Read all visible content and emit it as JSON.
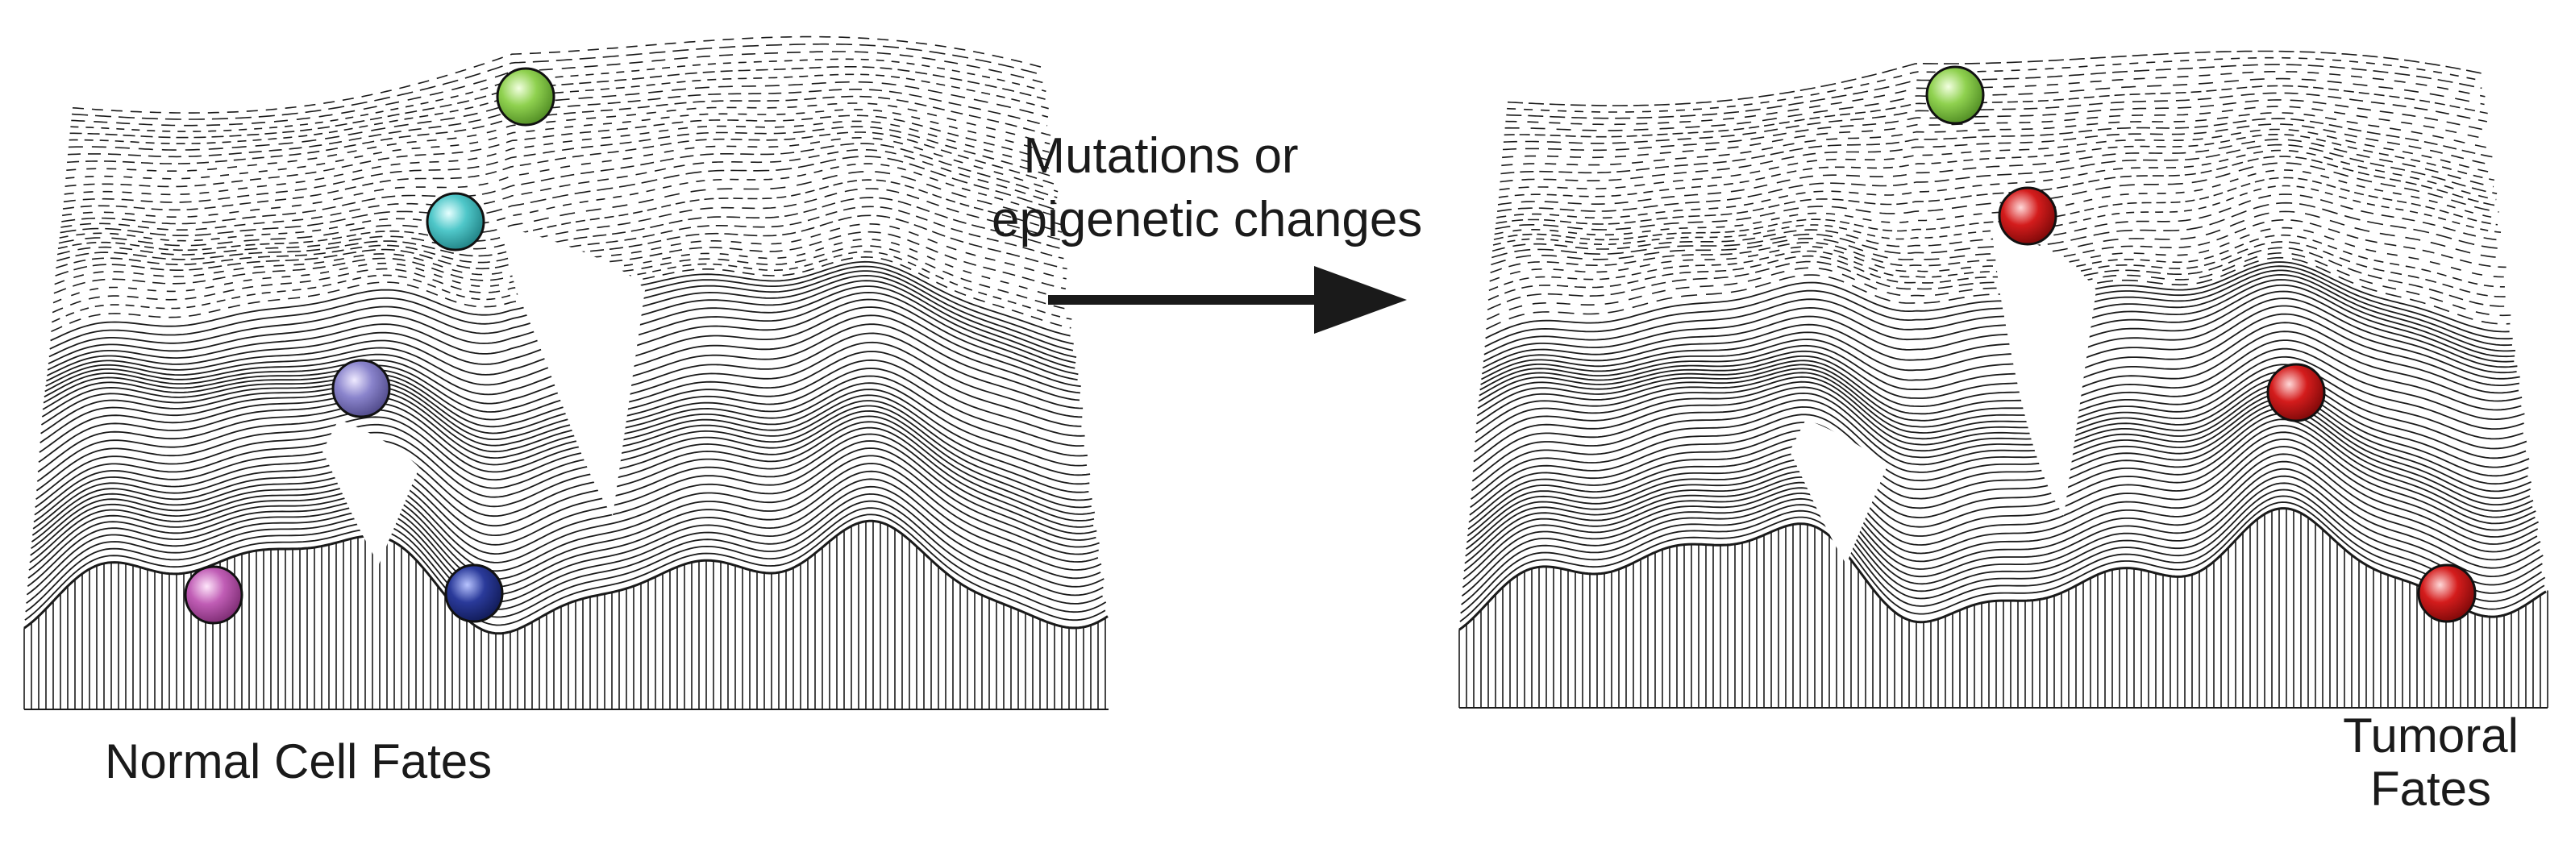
{
  "labels": {
    "left_caption": "Normal Cell Fates",
    "arrow_line1": "Mutations or",
    "arrow_line2": "epigenetic changes",
    "right_caption_line1": "Tumoral",
    "right_caption_line2": "Fates"
  },
  "colors": {
    "line": "#1a1a1a",
    "ball_green": "#8fd14f",
    "ball_cyan": "#4fc7c9",
    "ball_lavender": "#8a84cc",
    "ball_magenta": "#c05db5",
    "ball_navy": "#2a3a9a",
    "ball_red": "#d41c1c"
  },
  "landscapes": [
    {
      "name": "normal-landscape",
      "balls": [
        {
          "name": "green-cell-ball",
          "color": "ball_green"
        },
        {
          "name": "cyan-cell-ball",
          "color": "ball_cyan"
        },
        {
          "name": "lavender-cell-ball",
          "color": "ball_lavender"
        },
        {
          "name": "magenta-cell-ball",
          "color": "ball_magenta"
        },
        {
          "name": "navy-cell-ball",
          "color": "ball_navy"
        }
      ]
    },
    {
      "name": "tumoral-landscape",
      "balls": [
        {
          "name": "green-cell-ball",
          "color": "ball_green"
        },
        {
          "name": "red-cell-ball-1",
          "color": "ball_red"
        },
        {
          "name": "red-cell-ball-2",
          "color": "ball_red"
        },
        {
          "name": "red-cell-ball-3",
          "color": "ball_red"
        }
      ]
    }
  ]
}
